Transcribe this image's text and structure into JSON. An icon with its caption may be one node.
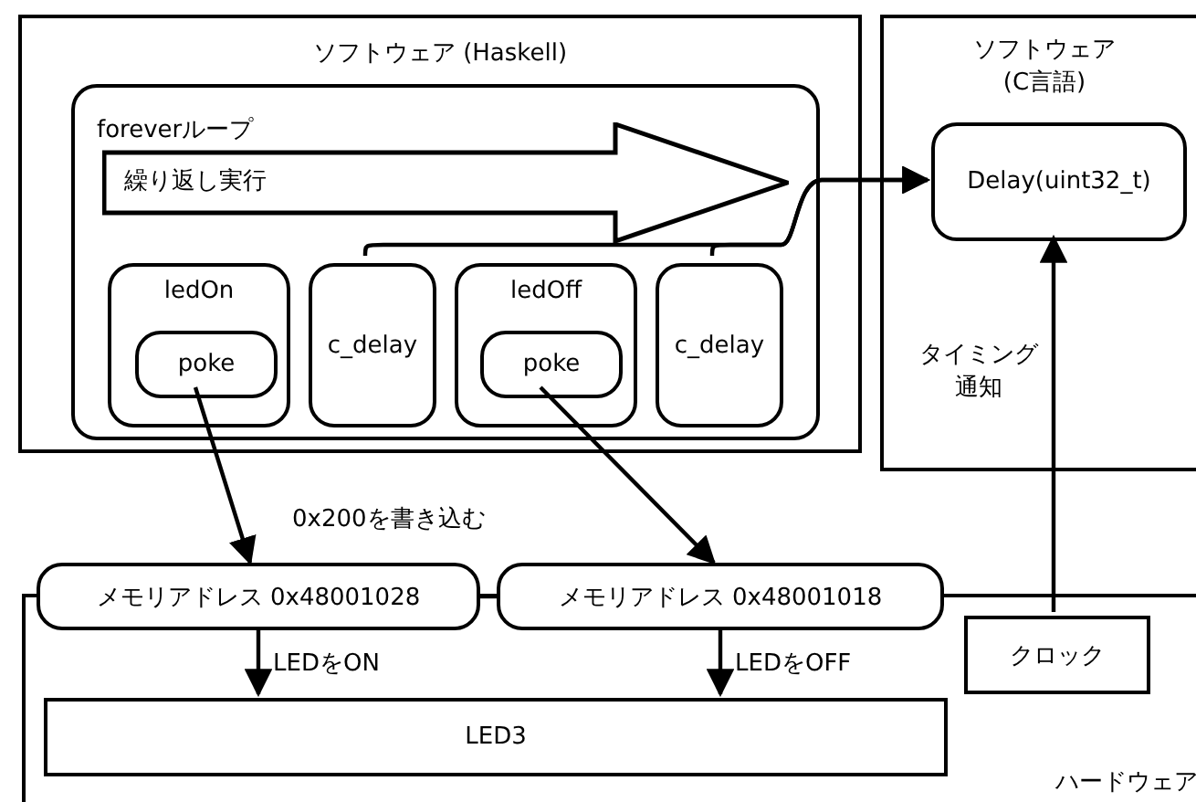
{
  "diagram": {
    "nodes": [
      {
        "text": [
          "ソフトウェア (Haskell)"
        ]
      },
      {
        "text": [
          "foreverループ"
        ],
        "in": 0
      },
      {
        "text": [
          "繰り返し実行"
        ],
        "in": 1
      },
      {
        "text": [
          "ledOn"
        ],
        "in": 1
      },
      {
        "text": [
          "poke"
        ],
        "in": 3
      },
      {
        "text": [
          "c_delay"
        ],
        "in": 1
      },
      {
        "text": [
          "ledOff"
        ],
        "in": 1
      },
      {
        "text": [
          "poke"
        ],
        "in": 6
      },
      {
        "text": [
          "c_delay"
        ],
        "in": 1
      },
      {
        "text": [
          "ソフトウェア (C言語)"
        ]
      },
      {
        "text": [
          "Delay(uint32_t)"
        ],
        "in": 9
      },
      {
        "text": [
          "ハードウェア"
        ]
      },
      {
        "text": [
          "メモリアドレス 0x48001028"
        ]
      },
      {
        "text": [
          "メモリアドレス 0x48001018"
        ]
      },
      {
        "text": [
          "LED3"
        ],
        "in": 11
      },
      {
        "text": [
          "クロック"
        ],
        "in": 11
      }
    ],
    "edges": [
      {
        "from": 5,
        "to": 10,
        "arrow": "to"
      },
      {
        "from": 8,
        "to": 10,
        "arrow": "to"
      },
      {
        "from": 4,
        "to": 12,
        "arrow": "to"
      },
      {
        "from": 7,
        "to": 13,
        "arrow": "to"
      },
      {
        "from": 12,
        "to": 14,
        "arrow": "to",
        "label": "LEDをON"
      },
      {
        "from": 13,
        "to": 14,
        "arrow": "to",
        "label": "LEDをOFF"
      },
      {
        "from": 15,
        "to": 10,
        "arrow": "to",
        "label": "タイミング通知"
      },
      {
        "from": 12,
        "to": 13,
        "arrow": "none"
      }
    ],
    "labels": [
      "0x200を書き込む"
    ]
  }
}
